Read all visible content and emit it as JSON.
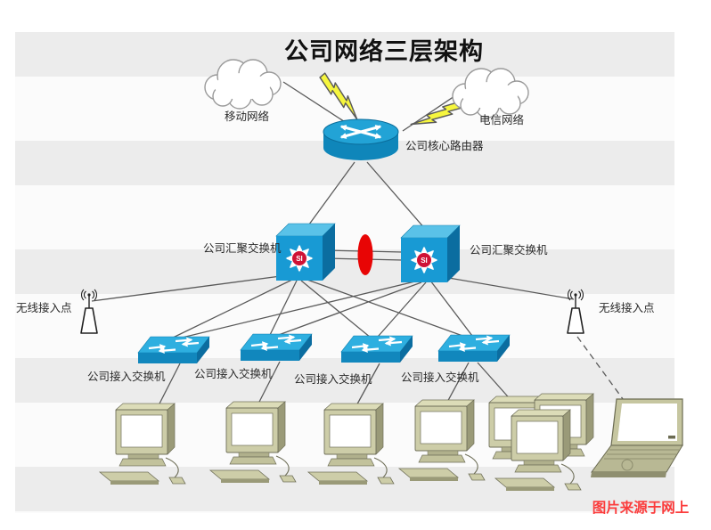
{
  "title": "公司网络三层架构",
  "watermark": "图片来源于网上",
  "nodes": {
    "cloud_mobile": {
      "label": "移动网络",
      "type": "cloud"
    },
    "cloud_telecom": {
      "label": "电信网络",
      "type": "cloud"
    },
    "core_router": {
      "label": "公司核心路由器",
      "type": "router"
    },
    "agg_switch_left": {
      "label": "公司汇聚交换机",
      "type": "multilayer-switch",
      "badge": "SI"
    },
    "agg_switch_right": {
      "label": "公司汇聚交换机",
      "type": "multilayer-switch",
      "badge": "SI"
    },
    "ap_left": {
      "label": "无线接入点",
      "type": "wireless-access-point"
    },
    "ap_right": {
      "label": "无线接入点",
      "type": "wireless-access-point"
    },
    "access_switches": [
      {
        "label": "公司接入交换机"
      },
      {
        "label": "公司接入交换机"
      },
      {
        "label": "公司接入交换机"
      },
      {
        "label": "公司接入交换机"
      }
    ],
    "endpoints": [
      "pc",
      "pc",
      "pc",
      "pc",
      "pc-group",
      "laptop"
    ]
  },
  "edges": [
    {
      "from": "cloud_mobile",
      "to": "core_router",
      "style": "lightning"
    },
    {
      "from": "cloud_telecom",
      "to": "core_router",
      "style": "lightning"
    },
    {
      "from": "core_router",
      "to": "agg_switch_left",
      "style": "line"
    },
    {
      "from": "core_router",
      "to": "agg_switch_right",
      "style": "line"
    },
    {
      "from": "agg_switch_left",
      "to": "agg_switch_right",
      "style": "double-line-with-red-ellipse"
    },
    {
      "from": "agg_switch_left",
      "to": "ap_left",
      "style": "line"
    },
    {
      "from": "agg_switch_right",
      "to": "ap_right",
      "style": "line"
    },
    {
      "from": "agg_switch_left",
      "to": "access_switch_1",
      "style": "line"
    },
    {
      "from": "agg_switch_left",
      "to": "access_switch_2",
      "style": "line"
    },
    {
      "from": "agg_switch_left",
      "to": "access_switch_3",
      "style": "line"
    },
    {
      "from": "agg_switch_left",
      "to": "access_switch_4",
      "style": "line"
    },
    {
      "from": "agg_switch_right",
      "to": "access_switch_1",
      "style": "line"
    },
    {
      "from": "agg_switch_right",
      "to": "access_switch_2",
      "style": "line"
    },
    {
      "from": "agg_switch_right",
      "to": "access_switch_3",
      "style": "line"
    },
    {
      "from": "agg_switch_right",
      "to": "access_switch_4",
      "style": "line"
    },
    {
      "from": "access_switch_1",
      "to": "pc_1",
      "style": "line"
    },
    {
      "from": "access_switch_2",
      "to": "pc_2",
      "style": "line"
    },
    {
      "from": "access_switch_3",
      "to": "pc_3",
      "style": "line"
    },
    {
      "from": "access_switch_4",
      "to": "pc_4",
      "style": "line"
    },
    {
      "from": "access_switch_4",
      "to": "pc_group",
      "style": "line"
    },
    {
      "from": "ap_right",
      "to": "laptop",
      "style": "dashed"
    }
  ],
  "colors": {
    "device_blue": "#1796cd",
    "device_blue_light": "#5ac2e8",
    "device_blue_dark": "#0b6da0",
    "trunk_red": "#e80505",
    "si_badge_red": "#cf1235",
    "lightning_yellow": "#f6f63e",
    "pc_beige": "#cdcda8",
    "watermark_red": "#fb3b3b",
    "stripe_gray": "#ececec"
  }
}
